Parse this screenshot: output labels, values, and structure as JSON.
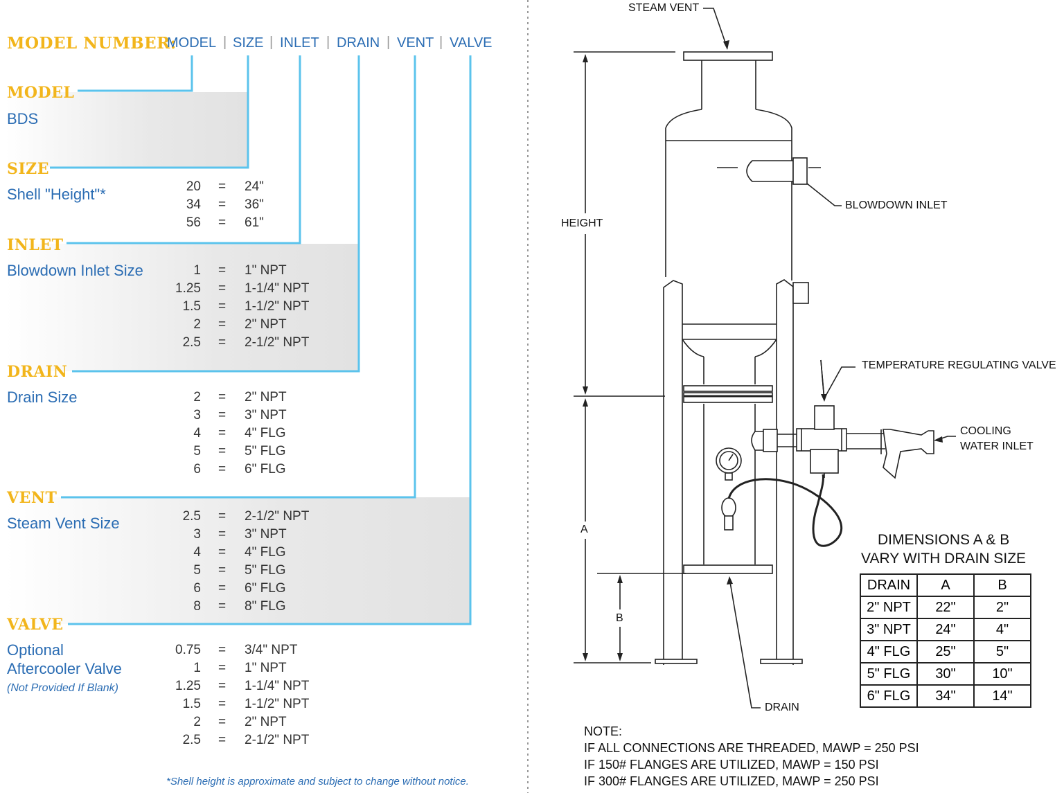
{
  "model_number": {
    "label": "MODEL NUMBER:",
    "parts": [
      "MODEL",
      "SIZE",
      "INLET",
      "DRAIN",
      "VENT",
      "VALVE"
    ]
  },
  "sections": {
    "model": {
      "title": "MODEL",
      "desc": "BDS"
    },
    "size": {
      "title": "SIZE",
      "desc": "Shell \"Height\"*",
      "rows": [
        {
          "code": "20",
          "eq": "=",
          "value": "24\""
        },
        {
          "code": "34",
          "eq": "=",
          "value": "36\""
        },
        {
          "code": "56",
          "eq": "=",
          "value": "61\""
        }
      ]
    },
    "inlet": {
      "title": "INLET",
      "desc": "Blowdown Inlet Size",
      "rows": [
        {
          "code": "1",
          "eq": "=",
          "value": "1\" NPT"
        },
        {
          "code": "1.25",
          "eq": "=",
          "value": "1-1/4\" NPT"
        },
        {
          "code": "1.5",
          "eq": "=",
          "value": "1-1/2\" NPT"
        },
        {
          "code": "2",
          "eq": "=",
          "value": "2\" NPT"
        },
        {
          "code": "2.5",
          "eq": "=",
          "value": "2-1/2\" NPT"
        }
      ]
    },
    "drain": {
      "title": "DRAIN",
      "desc": "Drain Size",
      "rows": [
        {
          "code": "2",
          "eq": "=",
          "value": "2\" NPT"
        },
        {
          "code": "3",
          "eq": "=",
          "value": "3\" NPT"
        },
        {
          "code": "4",
          "eq": "=",
          "value": "4\" FLG"
        },
        {
          "code": "5",
          "eq": "=",
          "value": "5\" FLG"
        },
        {
          "code": "6",
          "eq": "=",
          "value": "6\" FLG"
        }
      ]
    },
    "vent": {
      "title": "VENT",
      "desc": "Steam Vent Size",
      "rows": [
        {
          "code": "2.5",
          "eq": "=",
          "value": "2-1/2\" NPT"
        },
        {
          "code": "3",
          "eq": "=",
          "value": "3\" NPT"
        },
        {
          "code": "4",
          "eq": "=",
          "value": "4\" FLG"
        },
        {
          "code": "5",
          "eq": "=",
          "value": "5\" FLG"
        },
        {
          "code": "6",
          "eq": "=",
          "value": "6\" FLG"
        },
        {
          "code": "8",
          "eq": "=",
          "value": "8\" FLG"
        }
      ]
    },
    "valve": {
      "title": "VALVE",
      "desc1": "Optional",
      "desc2": "Aftercooler Valve",
      "desc3": "(Not Provided If Blank)",
      "rows": [
        {
          "code": "0.75",
          "eq": "=",
          "value": "3/4\" NPT"
        },
        {
          "code": "1",
          "eq": "=",
          "value": "1\" NPT"
        },
        {
          "code": "1.25",
          "eq": "=",
          "value": "1-1/4\" NPT"
        },
        {
          "code": "1.5",
          "eq": "=",
          "value": "1-1/2\" NPT"
        },
        {
          "code": "2",
          "eq": "=",
          "value": "2\" NPT"
        },
        {
          "code": "2.5",
          "eq": "=",
          "value": "2-1/2\" NPT"
        }
      ]
    }
  },
  "footnote": "*Shell height is approximate and subject to change without notice.",
  "drawing": {
    "steam_vent": "STEAM VENT",
    "blowdown_inlet": "BLOWDOWN INLET",
    "height": "HEIGHT",
    "temp_valve": "TEMPERATURE REGULATING VALVE",
    "cooling1": "COOLING",
    "cooling2": "WATER INLET",
    "dim_a": "A",
    "dim_b": "B",
    "drain": "DRAIN"
  },
  "dimensions": {
    "title1": "DIMENSIONS A & B",
    "title2": "VARY WITH DRAIN SIZE",
    "headers": [
      "DRAIN",
      "A",
      "B"
    ],
    "rows": [
      [
        "2\" NPT",
        "22\"",
        "2\""
      ],
      [
        "3\" NPT",
        "24\"",
        "4\""
      ],
      [
        "4\" FLG",
        "25\"",
        "5\""
      ],
      [
        "5\" FLG",
        "30\"",
        "10\""
      ],
      [
        "6\" FLG",
        "34\"",
        "14\""
      ]
    ]
  },
  "note": {
    "title": "NOTE:",
    "lines": [
      "IF ALL CONNECTIONS ARE THREADED, MAWP = 250 PSI",
      "IF 150# FLANGES ARE UTILIZED, MAWP = 150 PSI",
      "IF 300# FLANGES ARE UTILIZED, MAWP = 250 PSI"
    ]
  }
}
